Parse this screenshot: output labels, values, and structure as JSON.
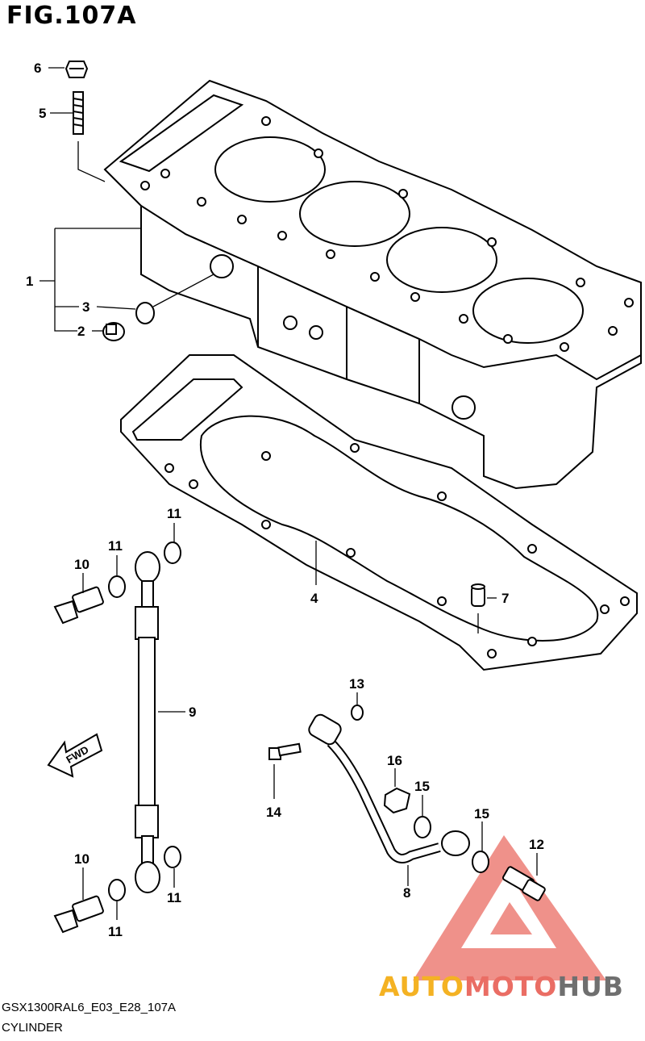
{
  "figure": {
    "title": "FIG.107A"
  },
  "callouts": {
    "c1": "1",
    "c2": "2",
    "c3": "3",
    "c4": "4",
    "c5": "5",
    "c6": "6",
    "c7": "7",
    "c8": "8",
    "c9": "9",
    "c10a": "10",
    "c10b": "10",
    "c11a": "11",
    "c11b": "11",
    "c11c": "11",
    "c11d": "11",
    "c12": "12",
    "c13": "13",
    "c14": "14",
    "c15a": "15",
    "c15b": "15",
    "c16": "16"
  },
  "direction": {
    "label": "FWD"
  },
  "footer": {
    "code": "GSX1300RAL6_E03_E28_107A",
    "name": "CYLINDER"
  },
  "watermark": {
    "part1": "AUTO",
    "part2": "MOTO",
    "part3": "HUB",
    "colors": [
      "#f4b223",
      "#ea6d64",
      "#6f6f6f"
    ]
  }
}
